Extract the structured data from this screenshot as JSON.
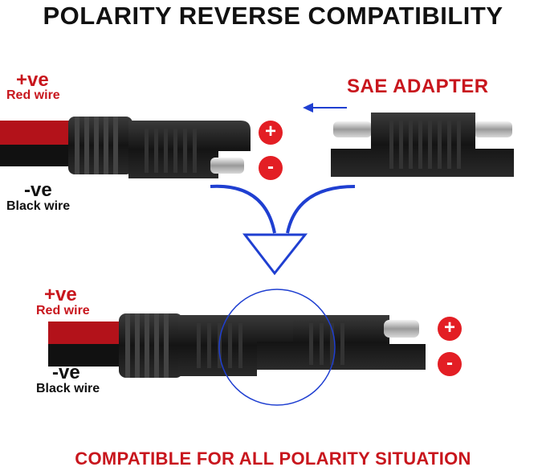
{
  "title": "POLARITY REVERSE COMPATIBILITY",
  "footer": "COMPATIBLE FOR ALL POLARITY SITUATION",
  "adapter_label": "SAE ADAPTER",
  "top": {
    "positive": "+ve",
    "positive_wire": "Red wire",
    "negative": "-ve",
    "negative_wire": "Black wire"
  },
  "bottom": {
    "positive": "+ve",
    "positive_wire": "Red wire",
    "negative": "-ve",
    "negative_wire": "Black wire"
  },
  "badges": {
    "plus": "+",
    "minus": "-"
  },
  "colors": {
    "red_accent": "#c8161d",
    "badge_red": "#e31e24",
    "arrow_blue": "#1f3fd1",
    "connector_black": "#1c1c1c"
  }
}
